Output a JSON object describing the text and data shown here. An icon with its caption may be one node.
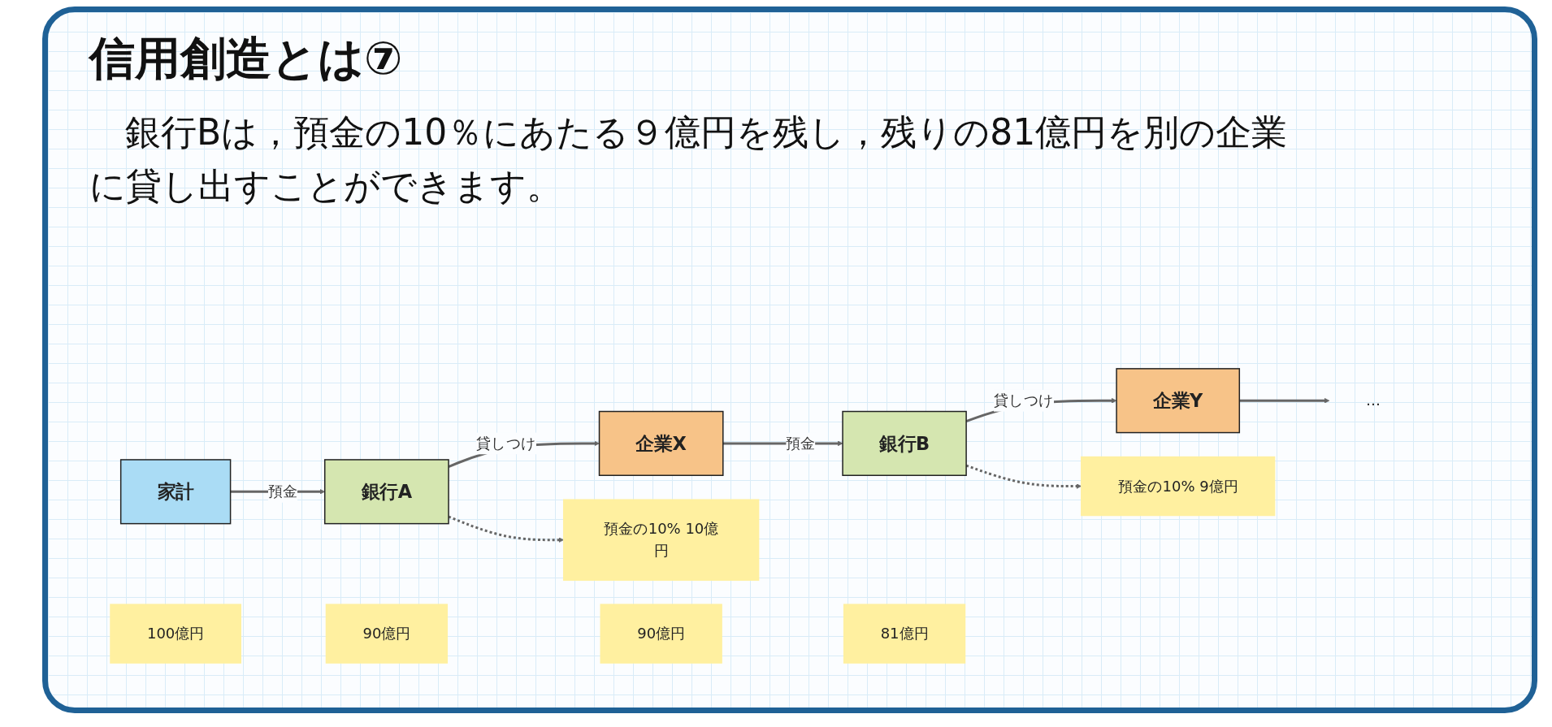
{
  "diagram": {
    "title": "信用創造とは⑦",
    "caption": "銀行Bは，預金の10％にあたる９億円を残し，残りの81億円を別の企業に貸し出すことができます。",
    "nodes": [
      {
        "text": [
          "家計"
        ]
      },
      {
        "text": [
          "銀行A"
        ]
      },
      {
        "text": [
          "企業X"
        ]
      },
      {
        "text": [
          "銀行B"
        ]
      },
      {
        "text": [
          "企業Y"
        ]
      },
      {
        "text": [
          "…"
        ]
      },
      {
        "text": [
          "100億円"
        ]
      },
      {
        "text": [
          "90億円"
        ]
      },
      {
        "text": [
          "90億円"
        ]
      },
      {
        "text": [
          "81億円"
        ]
      },
      {
        "text": [
          "預金の10% 10億円"
        ]
      },
      {
        "text": [
          "預金の10% 9億円"
        ]
      }
    ],
    "edges": [
      {
        "from": 0,
        "to": 1,
        "arrow": "to",
        "label": "預金"
      },
      {
        "from": 1,
        "to": 2,
        "arrow": "to",
        "label": "貸しつけ"
      },
      {
        "from": 2,
        "to": 3,
        "arrow": "to",
        "label": "預金"
      },
      {
        "from": 3,
        "to": 4,
        "arrow": "to",
        "label": "貸しつけ"
      },
      {
        "from": 4,
        "to": 5,
        "arrow": "to"
      },
      {
        "from": 1,
        "to": 10,
        "arrow": "to",
        "style": "dashed"
      },
      {
        "from": 3,
        "to": 11,
        "arrow": "to",
        "style": "dashed"
      }
    ]
  }
}
